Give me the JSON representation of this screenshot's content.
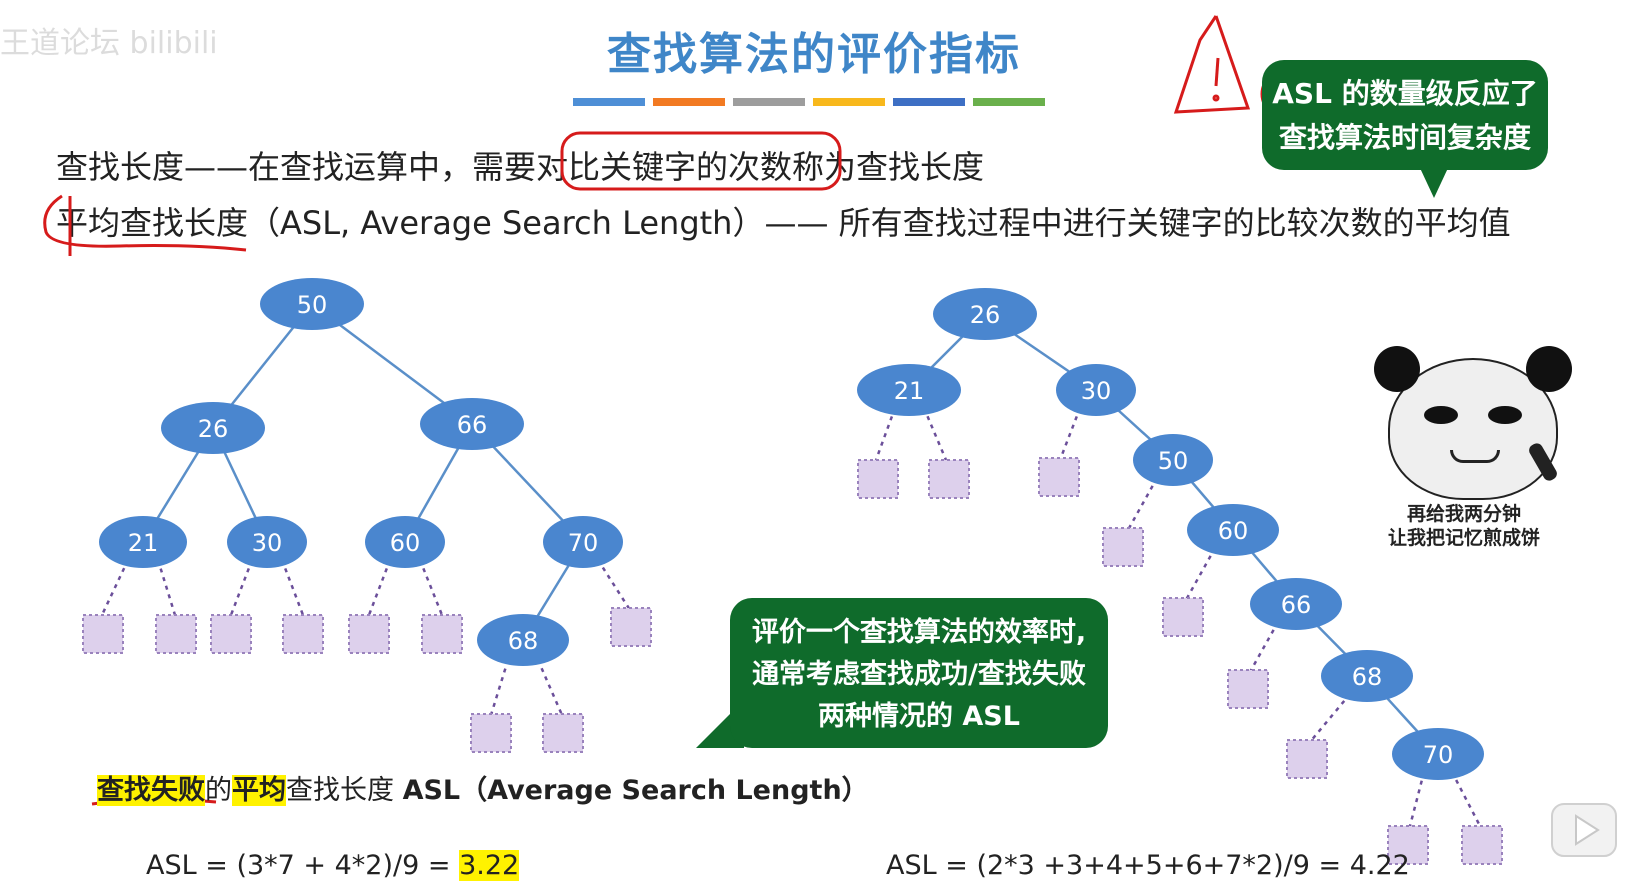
{
  "watermark": "王道论坛 bilibili",
  "title": "查找算法的评价指标",
  "title_bar_colors": [
    "#4e8fd6",
    "#f27a22",
    "#9d9d9d",
    "#f8b81c",
    "#3d6fc4",
    "#6ab04c"
  ],
  "definition": {
    "line1_prefix": "查找长度——在查找运算中，需要",
    "line1_circled": "对比关键字的次数",
    "line1_suffix": "称为查找长度",
    "line2_term": "平均查找长度",
    "line2_rest": "（ASL, Average Search Length）—— 所有查找过程中进行关键字的比较次数的平均值"
  },
  "note_top": {
    "asl": "ASL",
    "line1_rest": "的数量级反应了",
    "line2": "查找算法时间复杂度"
  },
  "note_bottom": {
    "line1": "评价一个查找算法的效率时,",
    "line2": "通常考虑查找成功/查找失败",
    "line3": "两种情况的 ASL"
  },
  "panda_caption": {
    "line1": "再给我两分钟",
    "line2": "让我把记忆煎成饼"
  },
  "subtitle": {
    "part1": "查找失败",
    "part2": "的",
    "part3": "平均",
    "part4": "查找长度 ",
    "part5": "ASL（Average Search Length）"
  },
  "asl_left": {
    "formula": "ASL = (3*7 + 4*2)/9 = ",
    "result": "3.22"
  },
  "asl_right": "ASL = (2*3 +3+4+5+6+7*2)/9 = 4.22",
  "tree_left": {
    "nodes": [
      {
        "id": "n50",
        "label": "50"
      },
      {
        "id": "n26",
        "label": "26"
      },
      {
        "id": "n66",
        "label": "66"
      },
      {
        "id": "n21",
        "label": "21"
      },
      {
        "id": "n30",
        "label": "30"
      },
      {
        "id": "n60",
        "label": "60"
      },
      {
        "id": "n70",
        "label": "70"
      },
      {
        "id": "n68",
        "label": "68"
      }
    ]
  },
  "tree_right": {
    "nodes": [
      {
        "id": "m26",
        "label": "26"
      },
      {
        "id": "m21",
        "label": "21"
      },
      {
        "id": "m30",
        "label": "30"
      },
      {
        "id": "m50",
        "label": "50"
      },
      {
        "id": "m60",
        "label": "60"
      },
      {
        "id": "m66",
        "label": "66"
      },
      {
        "id": "m68",
        "label": "68"
      },
      {
        "id": "m70",
        "label": "70"
      }
    ]
  },
  "colors": {
    "node_fill": "#4a86cf",
    "edge": "#5a8fc9",
    "leaf_fill": "#ddd0ec",
    "leaf_border": "#9a83bd",
    "leaf_edge": "#6b4f9a",
    "bubble": "#0f6b2b",
    "annotation": "#d61b1b",
    "highlight": "#fff200"
  }
}
